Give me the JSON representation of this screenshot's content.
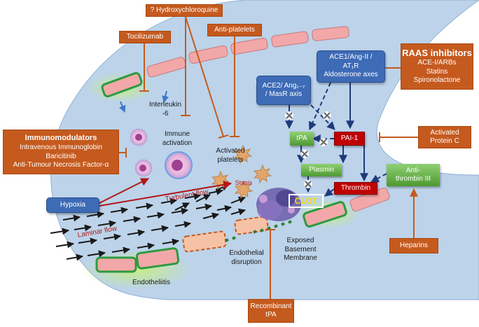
{
  "therapies": {
    "hydroxychloroquine": "? Hydroxychloroquine",
    "tocilizumab": "Tocilizumab",
    "antiplatelets": "Anti-platelets",
    "raas": {
      "title": "RAAS inhibitors",
      "items": [
        "ACE-I/ARBs",
        "Statins",
        "Spironolactone"
      ]
    },
    "immunomodulators": {
      "title": "Immunomodulators",
      "items": [
        "Intravenous Immunoglobin",
        "Baricitinib",
        "Anti-Tumour Necrosis Factor-α"
      ]
    },
    "activated_protein_c": [
      "Activated",
      "Protein C"
    ],
    "heparins": "Heparins",
    "recombinant_tpa": [
      "Recombinant",
      "tPA"
    ]
  },
  "pathway": {
    "ace1_axes": [
      "ACE1/Ang-II /",
      "AT₁R",
      "Aldosterone axes"
    ],
    "ace2_axis": [
      "ACE2/ Ang₁₋₇",
      "/ MasR axis"
    ],
    "tpa": "tPA",
    "pai1": "PAI-1",
    "plasmin": "Plasmin",
    "antithrombin": [
      "Anti-",
      "thrombin III"
    ],
    "thrombin": "Thrombin",
    "clot": "CLOT",
    "hypoxia": "Hypoxia"
  },
  "labels": {
    "interleukin": [
      "Interleukin",
      "-6"
    ],
    "immune_activation": [
      "Immune",
      "activation"
    ],
    "activated_platelets": [
      "Activated",
      "platelets"
    ],
    "stasis": "Stasis",
    "turbulent_flow": "Turbulent flow",
    "laminar_flow": "Laminar flow",
    "endothelial_disruption": [
      "Endothelial",
      "disruption"
    ],
    "exposed_basement_membrane": [
      "Exposed",
      "Basement",
      "Membrane"
    ],
    "endotheliitis": "Endotheliitis"
  },
  "colors": {
    "vessel_fill": "#bcd3ea",
    "therapy_orange": "#c55a1e",
    "pathway_blue": "#3e6bb6",
    "green": "#5aa83a",
    "red": "#c00000",
    "arrow_navy": "#1f3a7a"
  }
}
